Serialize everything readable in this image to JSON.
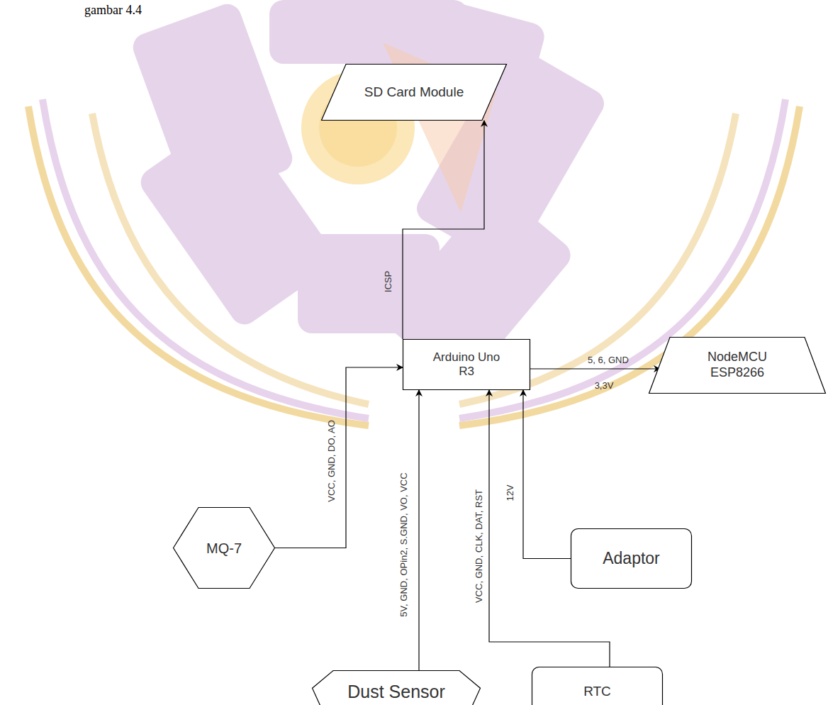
{
  "diagram": {
    "nodes": [
      {
        "text": [
          "SD Card Module"
        ]
      },
      {
        "text": [
          "Arduino Uno R3"
        ]
      },
      {
        "text": [
          "NodeMCU ESP8266"
        ]
      },
      {
        "text": [
          "MQ-7"
        ]
      },
      {
        "text": [
          "Adaptor"
        ]
      },
      {
        "text": [
          "Dust Sensor"
        ]
      },
      {
        "text": [
          "RTC"
        ]
      }
    ],
    "edges": [
      {
        "from": 1,
        "to": 0,
        "arrow": "to",
        "label": "ICSP"
      },
      {
        "from": 1,
        "to": 2,
        "arrow": "to",
        "label": "5, 6, GND"
      },
      {
        "from": 3,
        "to": 1,
        "arrow": "to",
        "label": "VCC, GND, DO, AO"
      },
      {
        "from": 5,
        "to": 1,
        "arrow": "to",
        "label": "5V, GND, OPin2, S.GND, VO, VCC"
      },
      {
        "from": 6,
        "to": 1,
        "arrow": "to",
        "label": "VCC, GND, CLK, DAT, RST"
      },
      {
        "from": 4,
        "to": 1,
        "arrow": "to",
        "label": "12V"
      }
    ],
    "labels": [
      "gambar 4.4",
      "3,3V"
    ]
  }
}
